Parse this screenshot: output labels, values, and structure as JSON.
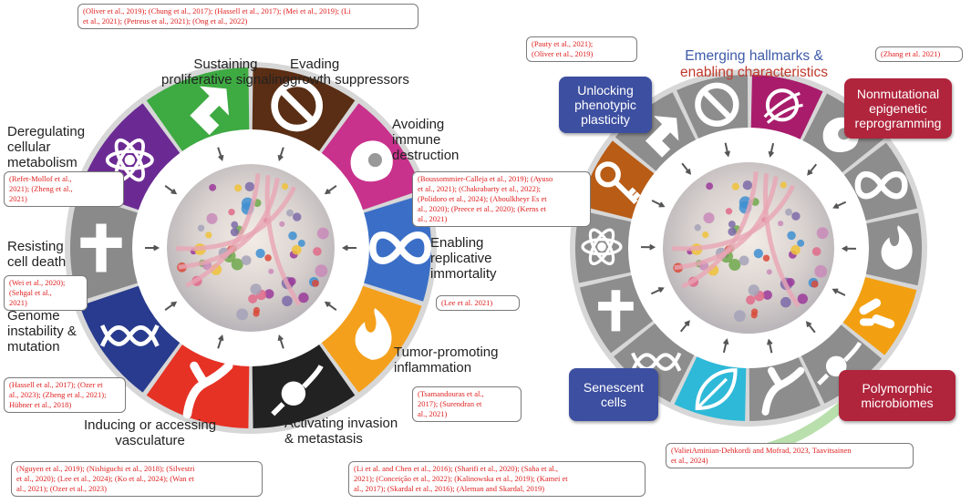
{
  "left_wheel": {
    "hallmarks": [
      {
        "label": "Sustaining\nproliferative signaling",
        "icon": "arrow-up-right-icon",
        "color": "#3daa42"
      },
      {
        "label": "Evading\ngrowth suppressors",
        "icon": "prohibited-icon",
        "color": "#5a2e14"
      },
      {
        "label": "Avoiding\nimmune\ndestruction",
        "icon": "immune-cell-icon",
        "color": "#c8318c"
      },
      {
        "label": "Enabling\nreplicative\nimmortality",
        "icon": "infinity-icon",
        "color": "#3b6fc7"
      },
      {
        "label": "Tumor-promoting\ninflammation",
        "icon": "fire-icon",
        "color": "#f4a01c"
      },
      {
        "label": "Activating invasion\n& metastasis",
        "icon": "invasion-icon",
        "color": "#222222"
      },
      {
        "label": "Inducing or accessing\nvasculature",
        "icon": "vessel-icon",
        "color": "#e63225"
      },
      {
        "label": "Genome\ninstability &\nmutation",
        "icon": "dna-icon",
        "color": "#283b8e"
      },
      {
        "label": "Resisting\ncell death",
        "icon": "cross-icon",
        "color": "#8a8a8a"
      },
      {
        "label": "Deregulating\ncellular\nmetabolism",
        "icon": "atom-icon",
        "color": "#6b2a93"
      }
    ]
  },
  "right_wheel": {
    "title_line1": "Emerging hallmarks &",
    "title_line2": "enabling characteristics",
    "title_color1": "#3d5aa8",
    "title_color2": "#c0392b",
    "segments": [
      {
        "icon": "arrow-up-right-icon",
        "color": "#8d8d8d"
      },
      {
        "icon": "prohibited-icon",
        "color": "#8d8d8d"
      },
      {
        "icon": "epigenetic-icon",
        "color": "#a81c6b"
      },
      {
        "icon": "immune-cell-icon",
        "color": "#8d8d8d"
      },
      {
        "icon": "infinity-icon",
        "color": "#8d8d8d"
      },
      {
        "icon": "fire-icon",
        "color": "#8d8d8d"
      },
      {
        "icon": "bacteria-icon",
        "color": "#f2a011"
      },
      {
        "icon": "invasion-icon",
        "color": "#8d8d8d"
      },
      {
        "icon": "vessel-icon",
        "color": "#8d8d8d"
      },
      {
        "icon": "leaf-icon",
        "color": "#2eb9d8"
      },
      {
        "icon": "dna-icon",
        "color": "#8d8d8d"
      },
      {
        "icon": "cross-icon",
        "color": "#8d8d8d"
      },
      {
        "icon": "atom-icon",
        "color": "#8d8d8d"
      },
      {
        "icon": "key-icon",
        "color": "#b85c16"
      }
    ],
    "boxes": {
      "unlocking": {
        "label": "Unlocking\nphenotypic\nplasticity",
        "color": "#3d4fa0"
      },
      "nonmutational": {
        "label": "Nonmutational\nepigenetic\nreprogramming",
        "color": "#b0243c"
      },
      "senescent": {
        "label": "Senescent\ncells",
        "color": "#3d4fa0"
      },
      "polymorphic": {
        "label": "Polymorphic\nmicrobiomes",
        "color": "#b0243c"
      }
    }
  },
  "citations": {
    "top": "(Oliver et al., 2019); (Chung et al., 2017); (Hassell et al., 2017); (Mei et al., 2019); (Li\net al., 2021); (Petreus et al., 2021); (Ong et al., 2022)",
    "metabolism": "(Refet-Mollof et al.,\n2021); (Zheng et al.,\n2021)",
    "cell_death": "(Wei et al., 2020);\n(Sehgal et al.,\n2021)",
    "genome": "(Hassell et al., 2017); (Ozer et\nal., 2023); (Zheng et al., 2021);\nHübner et al., 2018)",
    "immune": "(Boussommier-Calleja et al., 2019); (Ayuso\net al., 2021); (Chakrabarty et al., 2022);\n(Polidoro et al., 2024); (Aboulkheyr Es et\nal., 2020); (Preece et al., 2020); (Kerns et\nal., 2021)",
    "immortality": "(Lee et al. 2021)",
    "inflammation": "(Tsamandouras et al.,\n2017); (Surendran et\nal., 2021)",
    "vasculature": "(Nguyen et al., 2019); (Nishiguchi et al., 2018); (Silvestri\net al., 2020); (Lee et al., 2024); (Ko et al., 2024); (Wan et\nal., 2021); (Ozer et al., 2023)",
    "invasion": "(Li et al. and Chen et al., 2016); (Sharifi et al., 2020); (Saha et al.,\n2021); (Conceição et al., 2022); (Kalinowska et al., 2019); (Kamei et\nal., 2017); (Skardal et al., 2016); (Aleman and Skardal, 2019)",
    "plasticity": "(Pauty et al., 2021);\n(Oliver et al., 2019)",
    "epigenetic": "(Zhang et al. 2021)",
    "microbiomes": "(ValieiAminian-Dehkordi and Mofrad, 2023, Taavitsainen\net al., 2024)"
  }
}
